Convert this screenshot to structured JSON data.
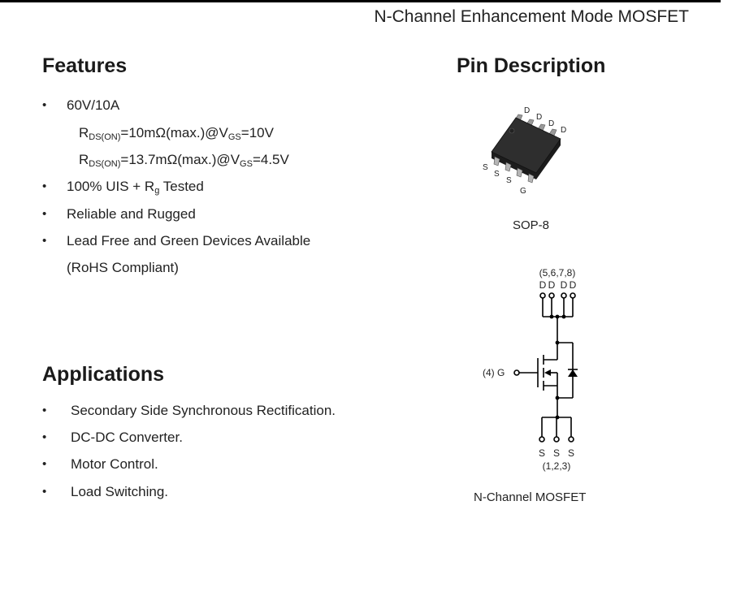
{
  "header": {
    "title": "N-Channel Enhancement Mode MOSFET"
  },
  "features": {
    "heading": "Features",
    "bullet_dot": "•",
    "item1": "60V/10A",
    "rds1": {
      "r": "R",
      "sub": "DS(ON)",
      "mid": "=10mΩ(max.)@V",
      "vsub": "GS",
      "end": "=10V"
    },
    "rds2": {
      "r": "R",
      "sub": "DS(ON)",
      "mid": "=13.7mΩ(max.)@V",
      "vsub": "GS",
      "end": "=4.5V"
    },
    "item2": {
      "pre": "100% UIS + R",
      "sub": "g",
      "post": " Tested"
    },
    "item3": "Reliable and Rugged",
    "item4": "Lead Free and Green Devices Available",
    "item4b": "(RoHS Compliant)"
  },
  "applications": {
    "heading": "Applications",
    "items": [
      "Secondary Side Synchronous Rectification.",
      "DC-DC Converter.",
      "Motor Control.",
      "Load Switching."
    ]
  },
  "pin": {
    "heading": "Pin Description",
    "package_label": "SOP-8",
    "pkg_pins": {
      "d": "D",
      "s": "S",
      "g": "G"
    },
    "drain_pins": "(5,6,7,8)",
    "drain_letter": "D",
    "gate_label": "(4) G",
    "source_letter": "S",
    "source_pins": "(1,2,3)",
    "symbol_caption": "N-Channel MOSFET"
  }
}
